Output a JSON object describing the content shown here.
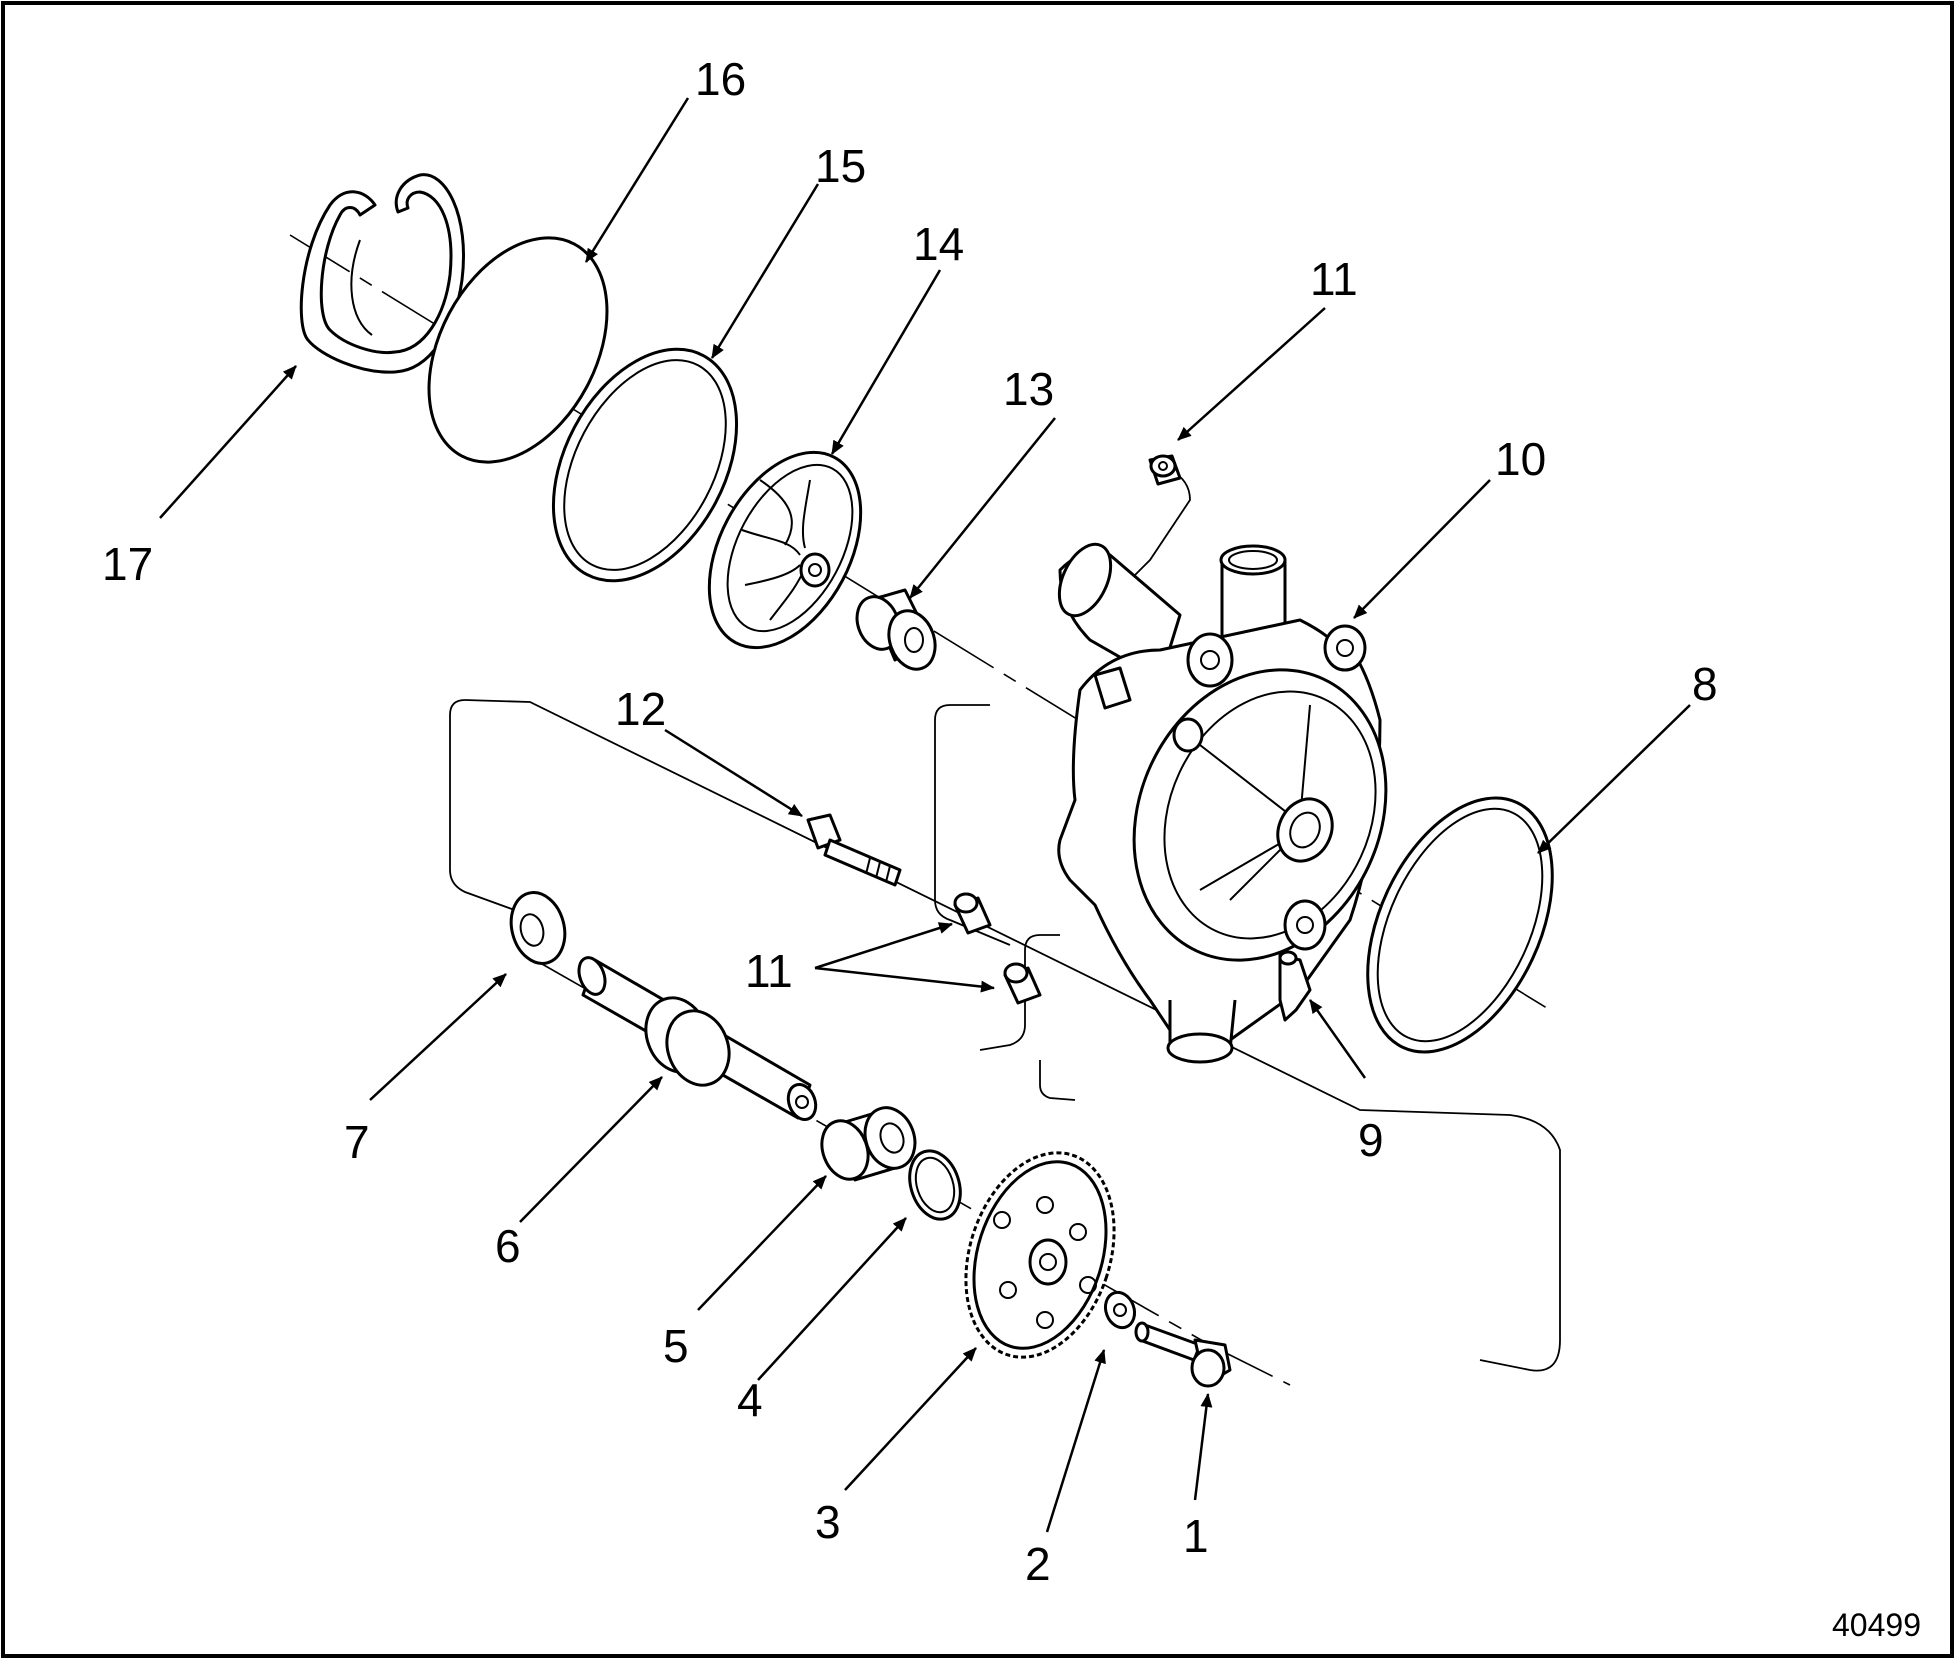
{
  "figure": {
    "figure_number": "40499",
    "callouts": {
      "c1": "1",
      "c2": "2",
      "c3": "3",
      "c4": "4",
      "c5": "5",
      "c6": "6",
      "c7": "7",
      "c8": "8",
      "c9": "9",
      "c10": "10",
      "c11_top": "11",
      "c11_pair": "11",
      "c12": "12",
      "c13": "13",
      "c14": "14",
      "c15": "15",
      "c16": "16",
      "c17": "17"
    }
  }
}
